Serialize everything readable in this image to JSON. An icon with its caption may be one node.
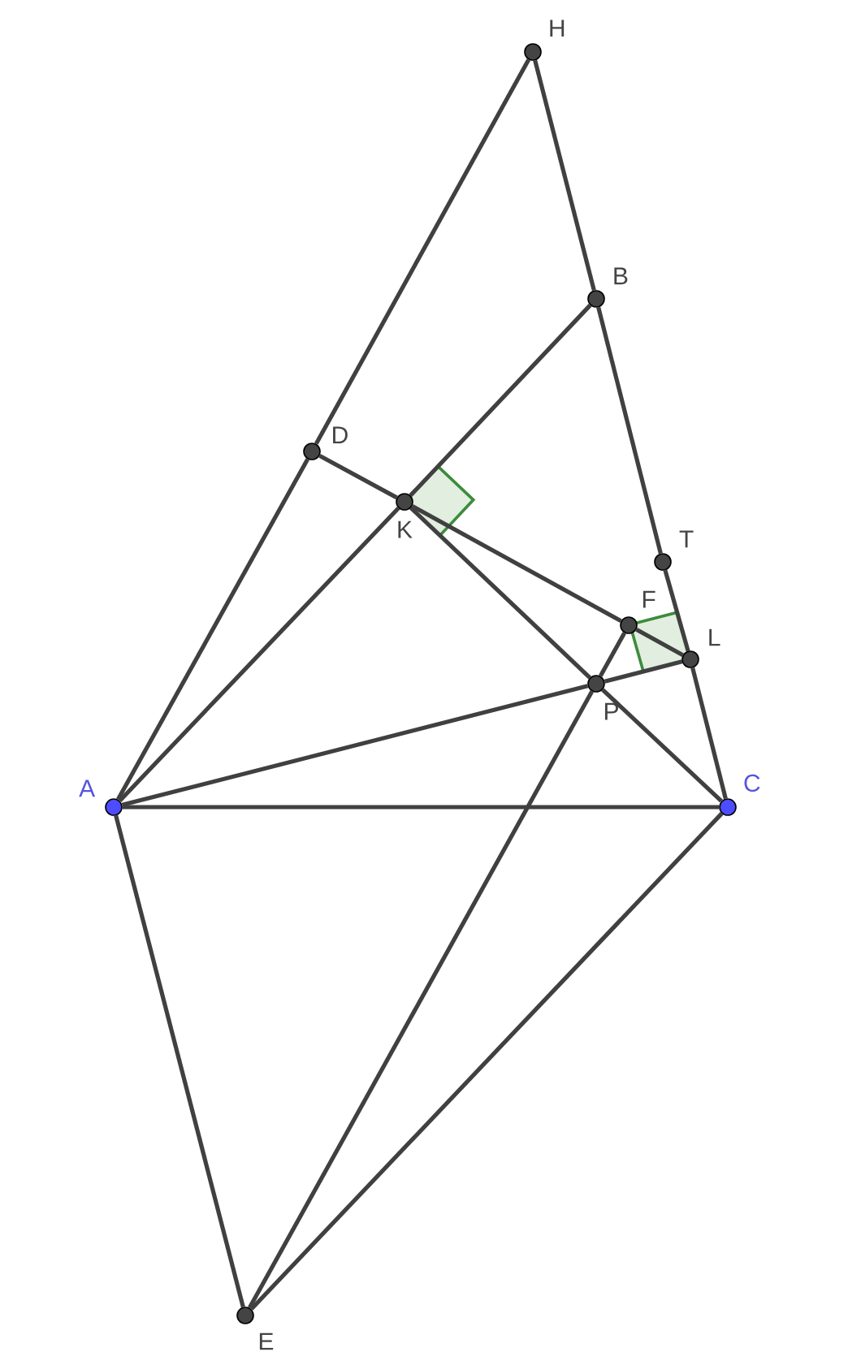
{
  "diagram": {
    "nodes": [
      {
        "text": [
          "H"
        ]
      },
      {
        "text": [
          "B"
        ]
      },
      {
        "text": [
          "D"
        ]
      },
      {
        "text": [
          "K"
        ]
      },
      {
        "text": [
          "T"
        ]
      },
      {
        "text": [
          "F"
        ]
      },
      {
        "text": [
          "L"
        ]
      },
      {
        "text": [
          "P"
        ]
      },
      {
        "text": [
          "A"
        ]
      },
      {
        "text": [
          "C"
        ]
      },
      {
        "text": [
          "E"
        ]
      }
    ],
    "edges": [
      {
        "from": 0,
        "to": 2,
        "arrow": "none"
      },
      {
        "from": 2,
        "to": 8,
        "arrow": "none"
      },
      {
        "from": 0,
        "to": 1,
        "arrow": "none"
      },
      {
        "from": 1,
        "to": 4,
        "arrow": "none"
      },
      {
        "from": 4,
        "to": 6,
        "arrow": "none"
      },
      {
        "from": 6,
        "to": 9,
        "arrow": "none"
      },
      {
        "from": 1,
        "to": 3,
        "arrow": "none"
      },
      {
        "from": 3,
        "to": 8,
        "arrow": "none"
      },
      {
        "from": 2,
        "to": 3,
        "arrow": "none"
      },
      {
        "from": 3,
        "to": 7,
        "arrow": "none"
      },
      {
        "from": 7,
        "to": 9,
        "arrow": "none"
      },
      {
        "from": 3,
        "to": 5,
        "arrow": "none"
      },
      {
        "from": 5,
        "to": 6,
        "arrow": "none"
      },
      {
        "from": 8,
        "to": 7,
        "arrow": "none"
      },
      {
        "from": 7,
        "to": 6,
        "arrow": "none"
      },
      {
        "from": 8,
        "to": 9,
        "arrow": "none"
      },
      {
        "from": 8,
        "to": 10,
        "arrow": "none"
      },
      {
        "from": 10,
        "to": 7,
        "arrow": "none"
      },
      {
        "from": 7,
        "to": 5,
        "arrow": "none"
      },
      {
        "from": 10,
        "to": 9,
        "arrow": "none"
      }
    ]
  }
}
